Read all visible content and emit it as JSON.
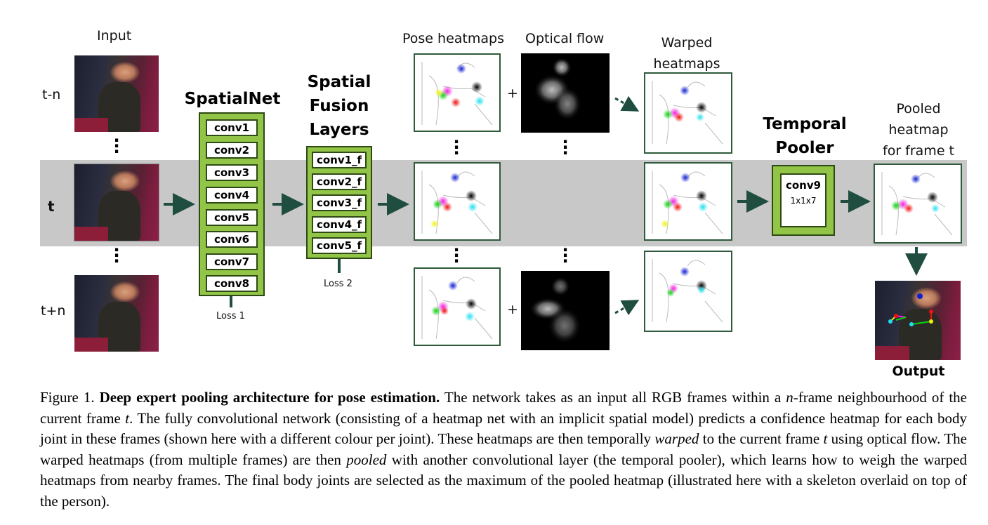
{
  "labels": {
    "input": "Input",
    "spatialnet": "SpatialNet",
    "spatial_fusion": [
      "Spatial",
      "Fusion",
      "Layers"
    ],
    "pose_heatmaps": "Pose heatmaps",
    "optical_flow": "Optical flow",
    "warped_heatmaps": [
      "Warped",
      "heatmaps"
    ],
    "temporal_pooler": [
      "Temporal",
      "Pooler"
    ],
    "pooled_heatmap": [
      "Pooled",
      "heatmap",
      "for frame t"
    ],
    "output": "Output",
    "loss1": "Loss 1",
    "loss2": "Loss 2",
    "plus": "+"
  },
  "rows": {
    "top": "t-n",
    "mid": "t",
    "bottom": "t+n"
  },
  "spatialnet_layers": [
    "conv1",
    "conv2",
    "conv3",
    "conv4",
    "conv5",
    "conv6",
    "conv7",
    "conv8"
  ],
  "fusion_layers": [
    "conv1_f",
    "conv2_f",
    "conv3_f",
    "conv4_f",
    "conv5_f"
  ],
  "pooler": {
    "name": "conv9",
    "size": "1x1x7"
  },
  "caption": {
    "figure": "Figure 1.",
    "title": "Deep expert pooling architecture for pose estimation.",
    "s1": "The network takes as an input all RGB frames within a ",
    "n": "n",
    "s2": "-frame neighbourhood of the current frame ",
    "t1": "t",
    "s3": ".  The fully convolutional network (consisting of a heatmap net with an implicit spatial model) predicts a confidence heatmap for each body joint in these frames (shown here with a different colour per joint). These heatmaps are then temporally ",
    "warped": "warped",
    "s4": " to the current frame ",
    "t2": "t",
    "s5": " using optical flow.  The warped heatmaps (from multiple frames) are then ",
    "pooled": "pooled",
    "s6": " with another convolutional layer (the temporal pooler), which learns how to weigh the warped heatmaps from nearby frames. The final body joints are selected as the maximum of the pooled heatmap (illustrated here with a skeleton overlaid on top of the person)."
  },
  "colors": {
    "band": "#c8c8c8",
    "net_green": "#92c448",
    "net_border": "#2d4a14",
    "arrow": "#1f4d3f"
  }
}
